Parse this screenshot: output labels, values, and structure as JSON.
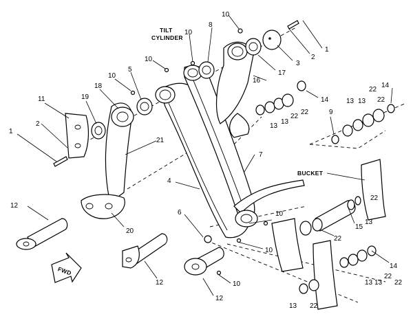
{
  "captions": {
    "tilt_cylinder_1": "TILT",
    "tilt_cylinder_2": "CYLINDER",
    "bucket": "BUCKET",
    "fwd": "FWD"
  },
  "part_numbers": {
    "n1a": "1",
    "n1b": "1",
    "n2a": "2",
    "n2b": "2",
    "n3": "3",
    "n4": "4",
    "n5": "5",
    "n6": "6",
    "n7": "7",
    "n8": "8",
    "n9": "9",
    "n10a": "10",
    "n10b": "10",
    "n10c": "10",
    "n10d": "10",
    "n10e": "10",
    "n10f": "10",
    "n10g": "10",
    "n11": "11",
    "n12a": "12",
    "n12b": "12",
    "n12c": "12",
    "n13a": "13",
    "n13b": "13",
    "n13c": "13",
    "n13d": "13",
    "n13e": "13",
    "n13f": "13",
    "n13g": "13",
    "n13h": "13",
    "n14a": "14",
    "n14b": "14",
    "n14c": "14",
    "n15": "15",
    "n16": "16",
    "n17": "17",
    "n18": "18",
    "n19": "19",
    "n20": "20",
    "n21": "21",
    "n22a": "22",
    "n22b": "22",
    "n22c": "22",
    "n22d": "22",
    "n22e": "22",
    "n22f": "22",
    "n22g": "22",
    "n22h": "22",
    "n22i": "22"
  }
}
